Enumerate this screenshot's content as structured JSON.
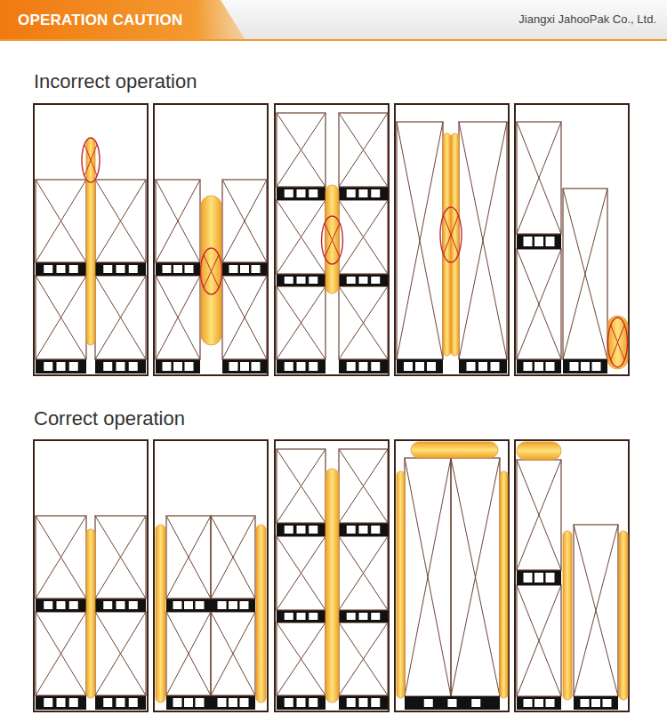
{
  "diagram": {
    "title": "OPERATION CAUTION",
    "labels": [
      "Jiangxi JahooPak Co., Ltd.",
      "Incorrect operation",
      "Correct operation"
    ]
  }
}
